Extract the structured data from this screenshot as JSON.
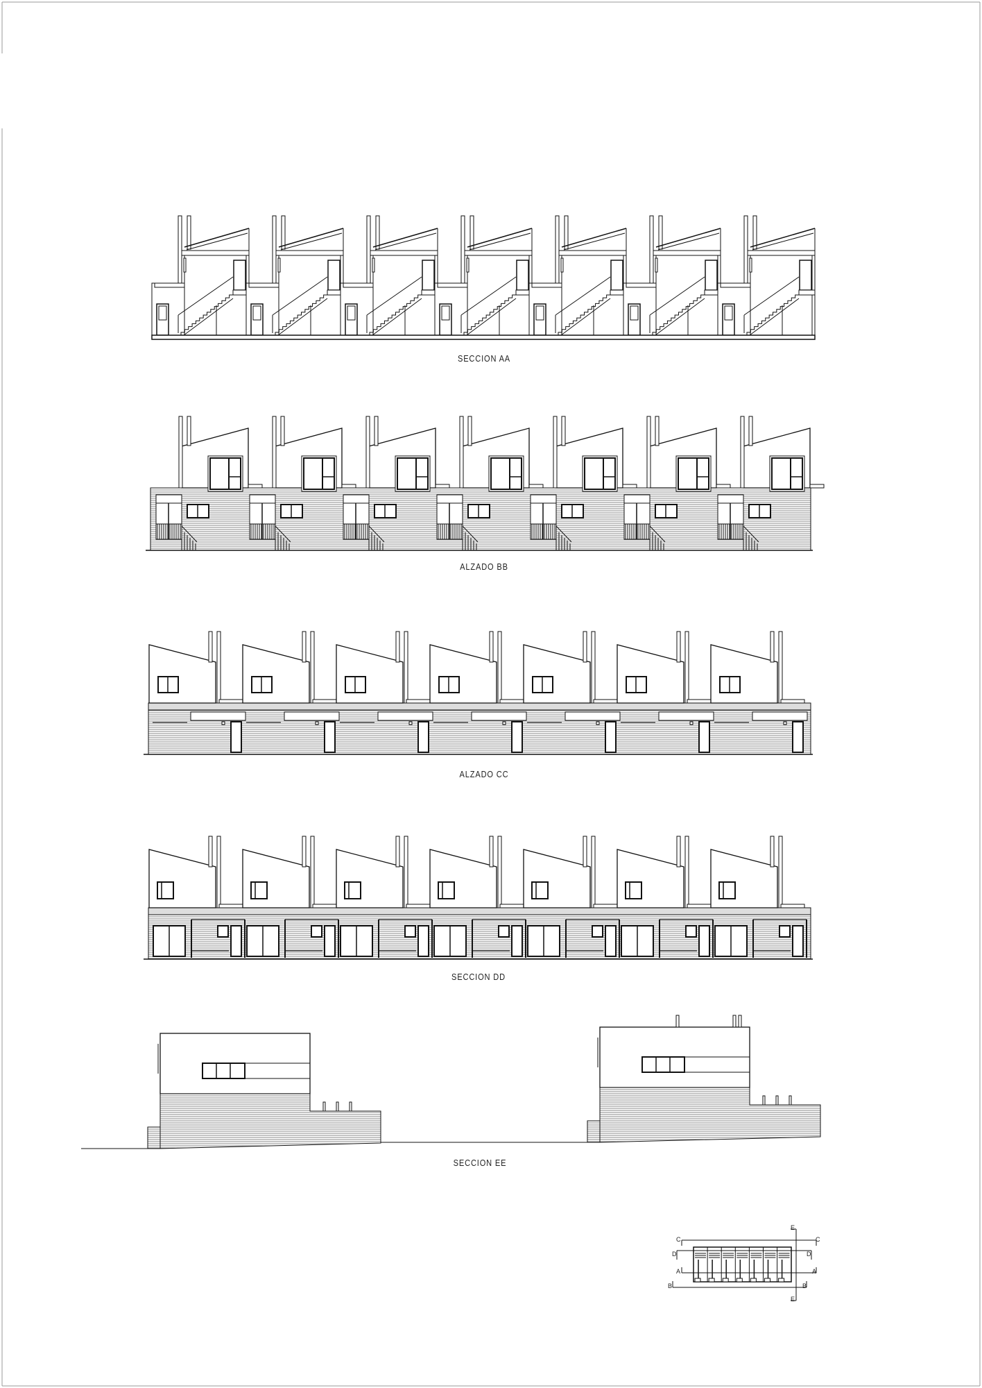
{
  "drawing": {
    "units_per_row": 7,
    "views": [
      {
        "id": "aa",
        "title": "SECCION AA"
      },
      {
        "id": "bb",
        "title": "ALZADO BB"
      },
      {
        "id": "cc",
        "title": "ALZADO CC"
      },
      {
        "id": "dd",
        "title": "SECCION DD"
      },
      {
        "id": "ee",
        "title": "SECCION EE"
      }
    ],
    "key_plan": {
      "markers": {
        "c": "C",
        "d": "D",
        "a": "A",
        "b": "B",
        "e": "E"
      }
    },
    "colors": {
      "line": "#111111",
      "hatch": "#8a8a8a",
      "paper": "#ffffff",
      "frame": "#9a9a9a"
    }
  }
}
